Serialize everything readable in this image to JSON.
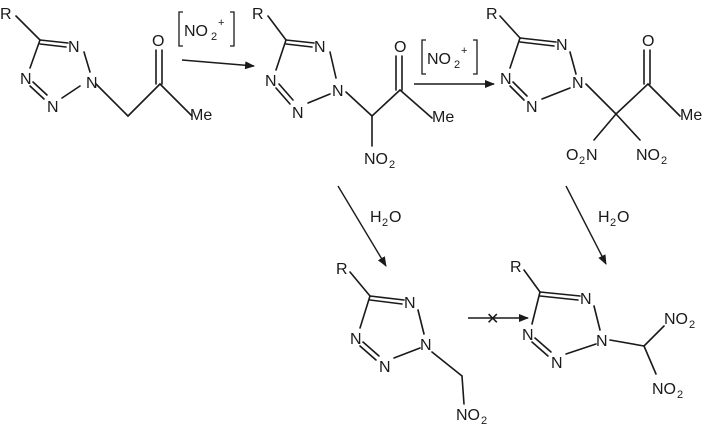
{
  "reagents": {
    "nitronium": "NO",
    "nitronium_sub": "2",
    "nitronium_sup": "+",
    "water": "H",
    "water_sub": "2",
    "water_o": "O"
  },
  "atoms": {
    "R": "R",
    "N": "N",
    "O": "O",
    "Me": "Me",
    "NO": "NO",
    "O2N_O": "O",
    "O2N_N": "N",
    "sub2": "2"
  },
  "blocked_marker": "✕"
}
